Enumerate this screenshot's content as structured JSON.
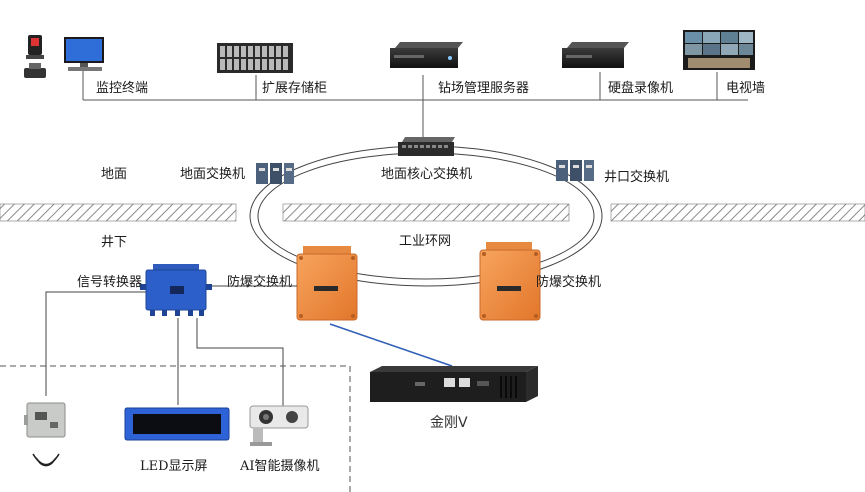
{
  "top_devices": {
    "monitor_terminal": "监控终端",
    "storage_cabinet": "扩展存储柜",
    "field_server": "钻场管理服务器",
    "dvr": "硬盘录像机",
    "video_wall": "电视墙"
  },
  "zones": {
    "ground": "地面",
    "underground": "井下"
  },
  "switches": {
    "ground_switch": "地面交换机",
    "core_switch": "地面核心交换机",
    "shaft_switch": "井口交换机",
    "ring": "工业环网",
    "explosion_switch_1": "防爆交换机",
    "explosion_switch_2": "防爆交换机"
  },
  "underground_devices": {
    "signal_converter": "信号转换器",
    "led_screen": "LED显示屏",
    "ai_camera": "AI智能摄像机",
    "edge_box": "金刚V"
  },
  "icons": {
    "wireless": "wireless-signal-icon"
  },
  "colors": {
    "explosion_box": "#f08a3a",
    "converter_blue": "#2c5fc9",
    "led_blue": "#2d63d6",
    "link_blue": "#2f5fb8",
    "hatch": "#8a8a8a"
  }
}
